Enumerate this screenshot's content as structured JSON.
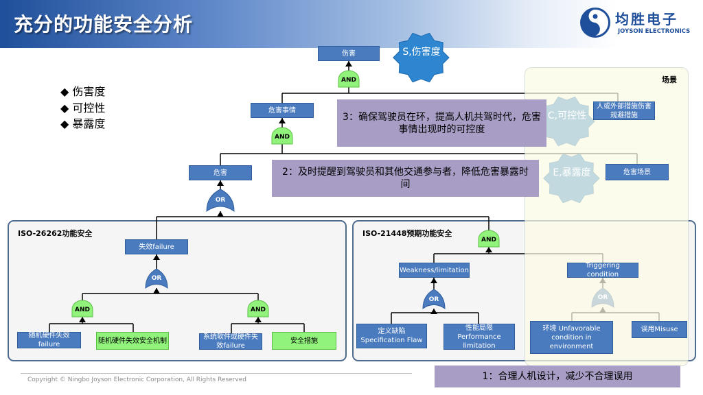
{
  "header": {
    "title": "充分的功能安全分析",
    "logo_name": "均胜电子",
    "logo_sub": "JOYSON ELECTRONICS"
  },
  "legend": [
    "◆ 伤害度",
    "◆ 可控性",
    "◆ 暴露度"
  ],
  "scene_label": "场景",
  "sections": {
    "iso26262": "ISO-26262功能安全",
    "iso21448": "ISO-21448预期功能安全"
  },
  "nodes": {
    "harm": "伤害",
    "hazard_event": "危害事情",
    "hazard": "危害",
    "failure": "失效failure",
    "random_hw_failure": "随机硬件失效failure",
    "random_hw_safety": "随机硬件失效安全机制",
    "sys_sw_hw_failure": "系统软件或硬件失效failure",
    "safety_measure": "安全措施",
    "weakness": "Weakness/limitation",
    "triggering": "Triggering condition",
    "spec_flaw": "定义缺陷 Specification Flaw",
    "perf_limit": "性能局限 Performance limitation",
    "env": "环境 Unfavorable condition in environment",
    "misuse": "误用Misuse",
    "external_avoid": "人或外部措施伤害规避措施",
    "hazard_scene": "危害场景"
  },
  "gates": {
    "and_top": "AND",
    "and_mid": "AND",
    "or_hazard": "OR",
    "or_failure": "OR",
    "and_hw": "AND",
    "and_sys": "AND",
    "and_sotif": "AND",
    "or_weak": "OR",
    "or_trig": "OR"
  },
  "stars": {
    "s": "S,伤害度",
    "c": "C,可控性",
    "e": "E,暴露度"
  },
  "notes": {
    "n3": "3：确保驾驶员在环，提高人机共驾时代，危害事情出现时的可控度",
    "n2": "2：及时提醒到驾驶员和其他交通参与者，降低危害暴露时间",
    "n1": "1：合理人机设计，减少不合理误用"
  },
  "footer": "Copyright © Ningbo Joyson Electronic Corporation, All Rights Reserved",
  "colors": {
    "box_blue": "#4a7bbe",
    "gate_green": "#92f37c",
    "note_purple": "#a89dc5",
    "star_blue": "#2e86d0",
    "brand": "#1f4f9a"
  }
}
